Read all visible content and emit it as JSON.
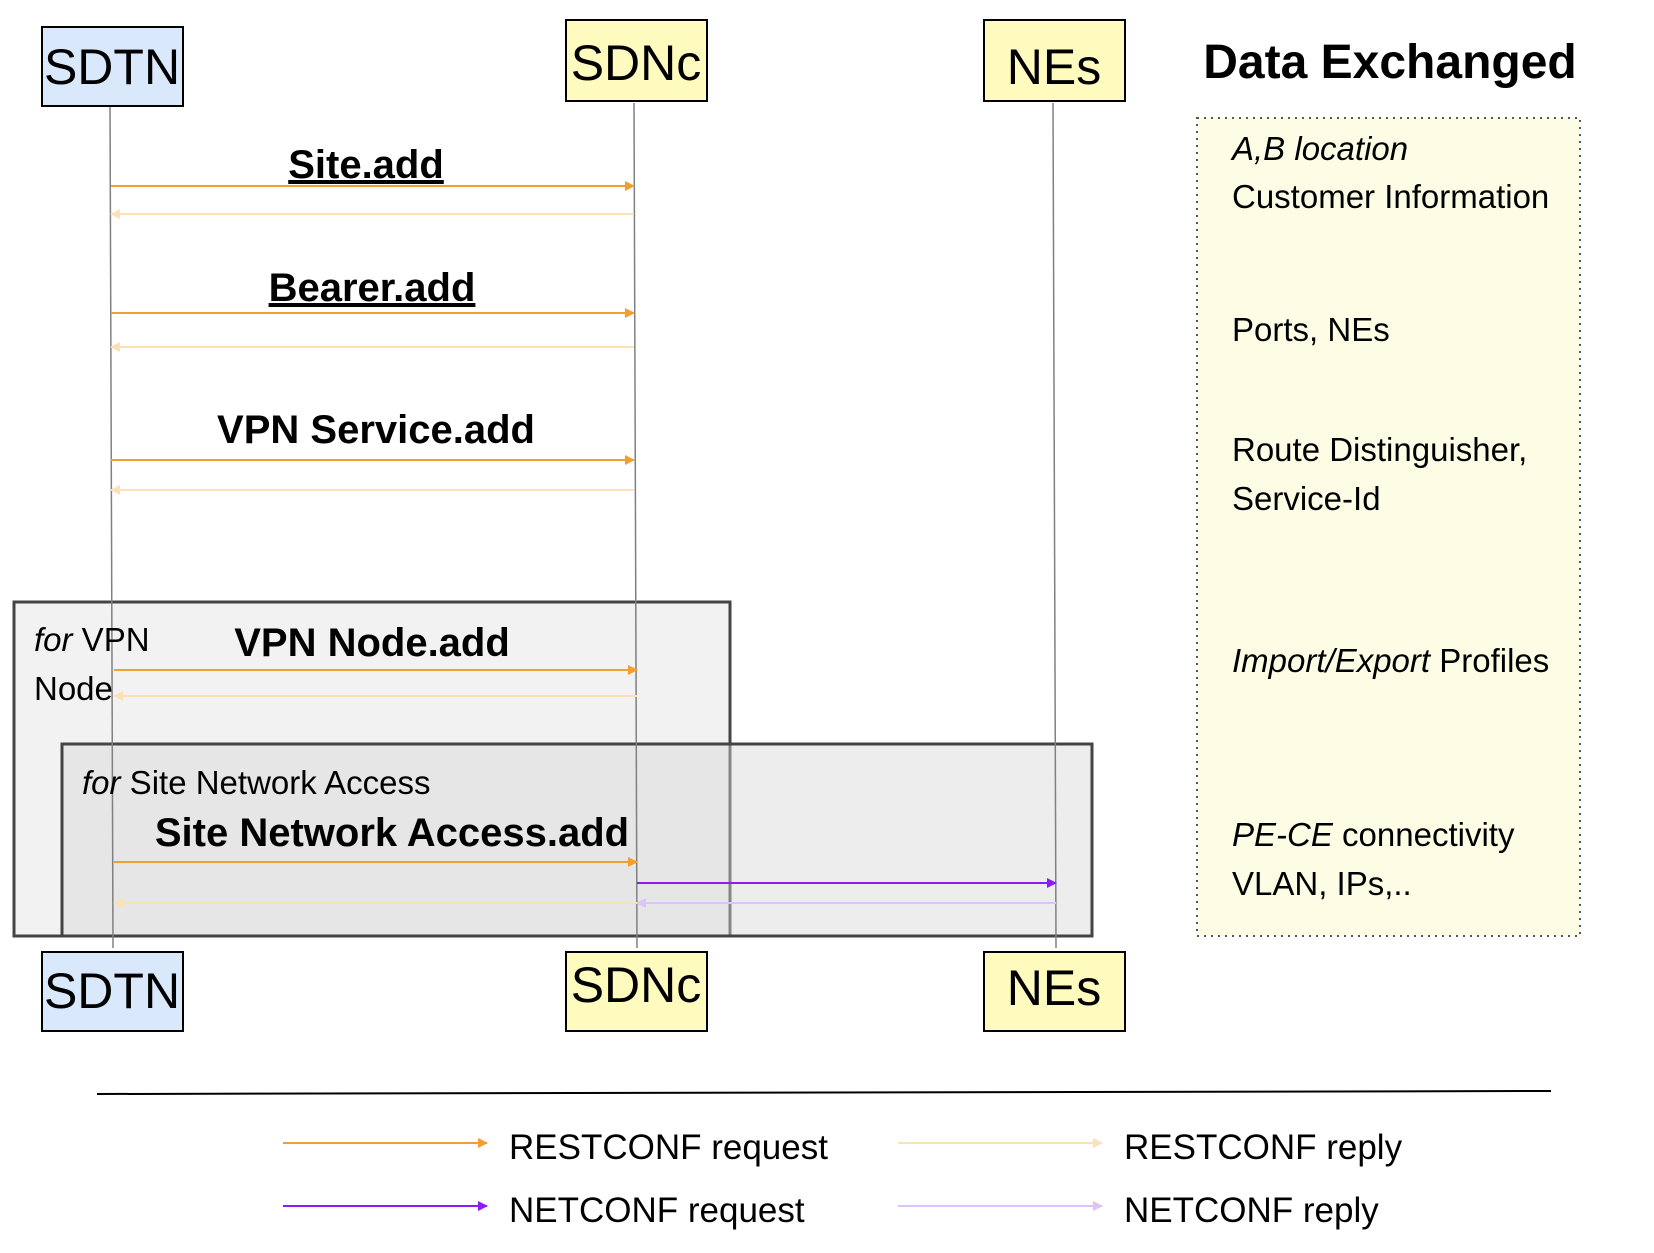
{
  "colors": {
    "sdtn_fill": "#dae8fc",
    "yellow_fill": "#fffbbf",
    "restconf_request": "#f0a030",
    "restconf_reply": "#fbe0b8",
    "netconf_request": "#8a1cf7",
    "netconf_reply": "#dcc4fb",
    "data_panel_fill": "#fdfde6",
    "loop_outer_fill": "#f2f2f2",
    "loop_inner_fill": "#e8e8e8",
    "lifeline": "#808080"
  },
  "participants": {
    "sdtn": "SDTN",
    "sdnc": "SDNc",
    "nes": "NEs"
  },
  "data_panel": {
    "heading": "Data Exchanged",
    "site_italic": "A,B location",
    "site_plain": "Customer Information",
    "bearer": "Ports, NEs",
    "vpn_service_line1": "Route Distinguisher,",
    "vpn_service_line2": "Service-Id",
    "vpn_node_italic": "Import/Export",
    "vpn_node_plain": " Profiles",
    "sna_italic": "PE-CE",
    "sna_plain": " connectivity",
    "sna_line2": "VLAN, IPs,.."
  },
  "messages": {
    "site_add": "Site.add",
    "bearer_add": "Bearer.add",
    "vpn_service_add": "VPN Service.add",
    "vpn_node_add": "VPN Node.add",
    "site_network_access_add": "Site Network Access.add"
  },
  "loops": {
    "vpn_node_for": "for",
    "vpn_node_rest": " VPN",
    "vpn_node_line2": "Node",
    "sna_for": "for",
    "sna_rest": " Site Network Access"
  },
  "legend": {
    "restconf_request": "RESTCONF request",
    "restconf_reply": "RESTCONF reply",
    "netconf_request": "NETCONF request",
    "netconf_reply": "NETCONF reply"
  }
}
